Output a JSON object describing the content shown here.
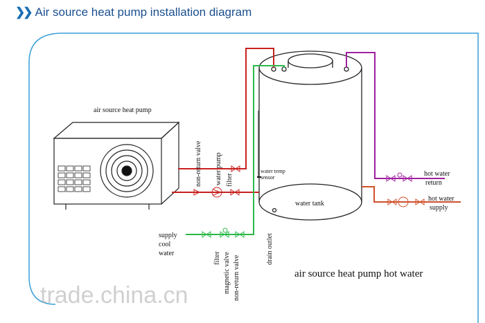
{
  "header": {
    "title": "Air source heat pump installation diagram"
  },
  "labels": {
    "heat_pump": "air source heat pump",
    "non_return_valve": "non-return valve",
    "water_pump": "water pump",
    "filter": "filter",
    "water_temp_sensor_1": "water temp",
    "water_temp_sensor_2": "sensor",
    "water_tank": "water tank",
    "drain_outlet": "drain outlet",
    "supply_cool_water": [
      "supply",
      "cool",
      "water"
    ],
    "filter2": "filter",
    "magnetic_valve": "magnetic valve",
    "non_return_valve2": "non-return valve",
    "hot_water_return": [
      "hot water",
      "return"
    ],
    "hot_water_supply": [
      "hot water",
      "supply"
    ],
    "caption": "air source heat pump hot water"
  },
  "watermark": "trade.china.cn",
  "colors": {
    "hot": "#c8201e",
    "cool": "#2db84a",
    "return": "#a020a0",
    "supply": "#d0502a",
    "frame": "#3a9fd8"
  }
}
